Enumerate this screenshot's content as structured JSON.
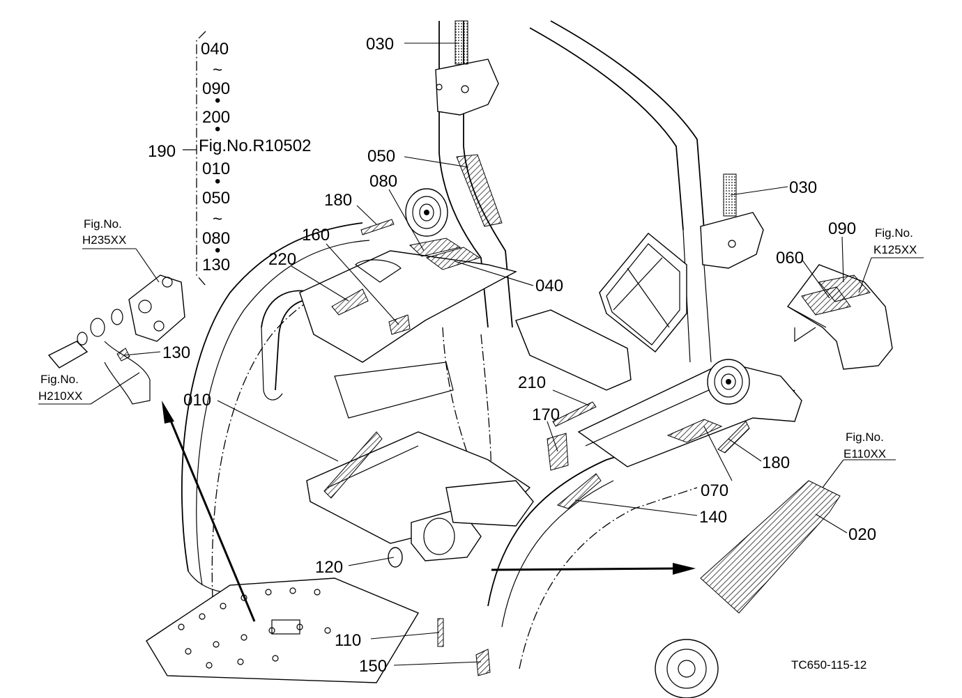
{
  "range_group": {
    "lines": [
      "040",
      "~",
      "090",
      "•",
      "200",
      "•",
      "Fig.No.R10502",
      "010",
      "•",
      "050",
      "~",
      "080",
      "•",
      "130"
    ],
    "label": "190"
  },
  "callouts": {
    "c030a": "030",
    "c030b": "030",
    "c050": "050",
    "c080": "080",
    "c180a": "180",
    "c160": "160",
    "c220": "220",
    "c040": "040",
    "c090": "090",
    "c060": "060",
    "c130": "130",
    "c010": "010",
    "c210": "210",
    "c170": "170",
    "c180b": "180",
    "c070": "070",
    "c140": "140",
    "c020": "020",
    "c120": "120",
    "c110": "110",
    "c150": "150"
  },
  "fig_refs": {
    "h235": [
      "Fig.No.",
      "H235XX"
    ],
    "h210": [
      "Fig.No.",
      "H210XX"
    ],
    "k125": [
      "Fig.No.",
      "K125XX"
    ],
    "e110": [
      "Fig.No.",
      "E110XX"
    ]
  },
  "drawing_code": "TC650-115-12"
}
